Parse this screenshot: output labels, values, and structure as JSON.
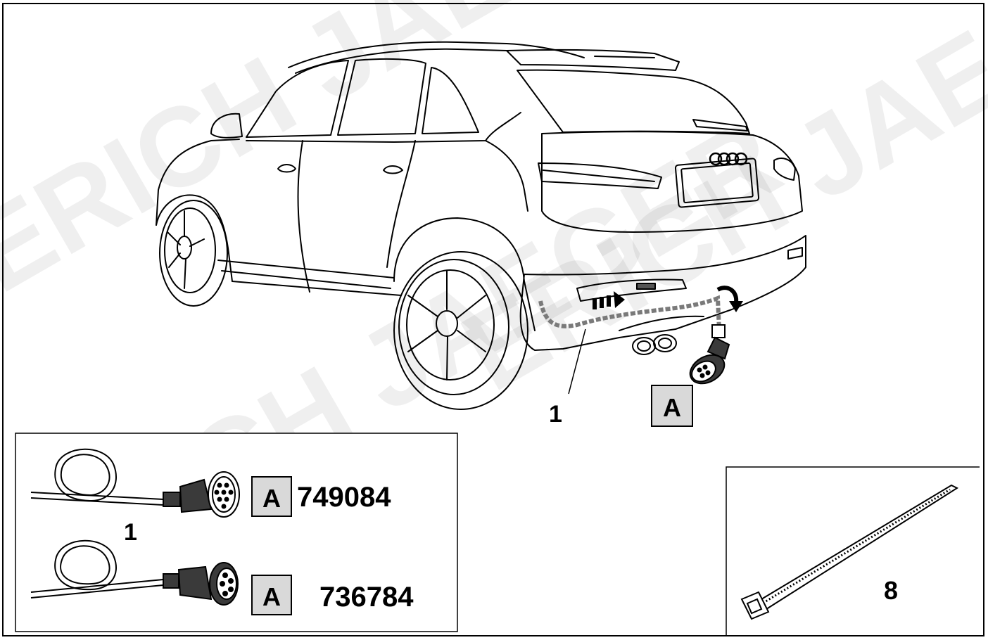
{
  "watermark": {
    "text": "ERICH JAEGER"
  },
  "main_view": {
    "callout_harness": "1",
    "callout_socket": "A"
  },
  "parts_box": {
    "item_1": {
      "callout": "1",
      "badge": "A",
      "part_number": "749084"
    },
    "item_2": {
      "badge": "A",
      "part_number": "736784"
    }
  },
  "tie_box": {
    "callout": "8"
  },
  "colors": {
    "line": "#000000",
    "badge_fill": "#d9d9d9",
    "harness": "#7a7a7a",
    "connector": "#3a3a3a"
  }
}
